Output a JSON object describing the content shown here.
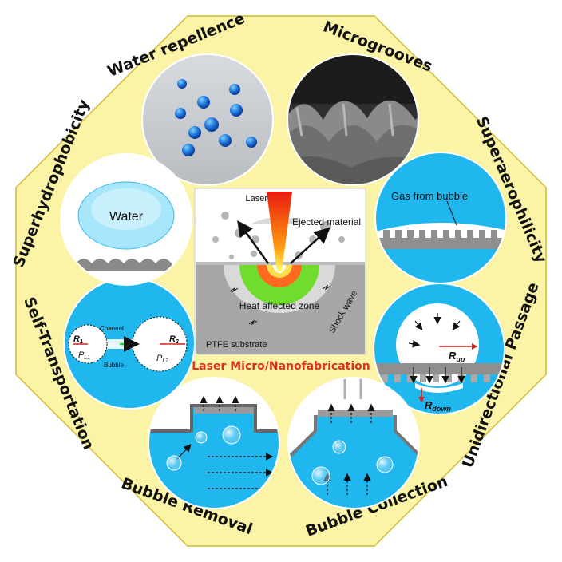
{
  "segments": {
    "water_repellence": "Water repellence",
    "microgrooves": "Microgrooves",
    "superaerophilicity": "Superaerophilicity",
    "unidirectional_passage": "Unidirectional Passage",
    "bubble_collection": "Bubble Collection",
    "bubble_removal": "Bubble Removal",
    "self_transportation": "Self-Transportation",
    "superhydrophobicity": "Superhydrophobicity"
  },
  "center": {
    "caption": "Laser Micro/Nanofabrication",
    "laser": "Laser",
    "ejected_material": "Ejected material",
    "heat_affected_zone": "Heat affected zone",
    "shock_wave": "Shock wave",
    "substrate": "PTFE substrate"
  },
  "panels": {
    "water": "Water",
    "gas_from_bubble": "Gas from bubble",
    "channel": "Channel",
    "bubble": "Bubble",
    "r1": "R",
    "r1_sub": "1",
    "r2": "R",
    "r2_sub": "2",
    "p1": "P",
    "p1_sub": "L1",
    "p2": "P",
    "p2_sub": "L2",
    "r_up": "R",
    "r_up_sub": "up",
    "r_down": "R",
    "r_down_sub": "down"
  },
  "colors": {
    "octagon_fill": "#fbf3a6",
    "water_blue": "#19b8ef",
    "title_red": "#e0301e",
    "heat_green": "#5ee02a"
  }
}
